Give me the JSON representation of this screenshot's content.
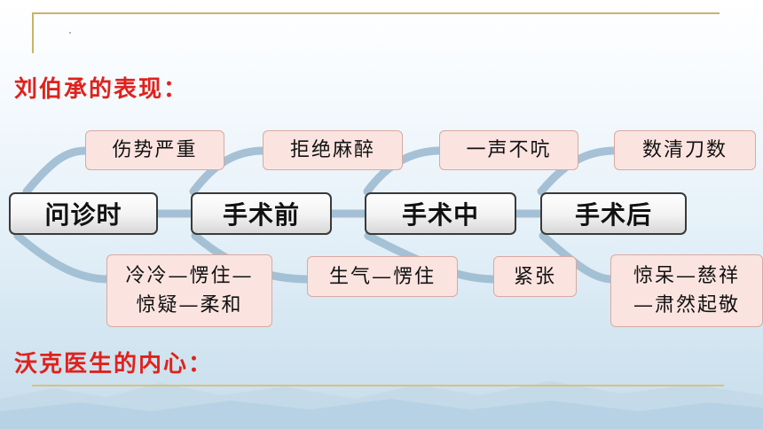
{
  "headings": {
    "liu": "刘伯承的表现：",
    "wok": "沃克医生的内心："
  },
  "stages": [
    {
      "label": "问诊时",
      "top_note": "伤势严重",
      "bottom_note": [
        "冷冷—愣住—",
        "惊疑—柔和"
      ]
    },
    {
      "label": "手术前",
      "top_note": "拒绝麻醉",
      "bottom_note": [
        "生气—愣住"
      ]
    },
    {
      "label": "手术中",
      "top_note": "一声不吭",
      "bottom_note": [
        "紧张"
      ]
    },
    {
      "label": "手术后",
      "top_note": "数清刀数",
      "bottom_note": [
        "惊呆—慈祥",
        "—肃然起敬"
      ]
    }
  ],
  "colors": {
    "heading": "#e0211c",
    "note_fill": "#fbe4e0",
    "stage_border": "#3a3a3a",
    "connector": "#9ab8cf"
  }
}
